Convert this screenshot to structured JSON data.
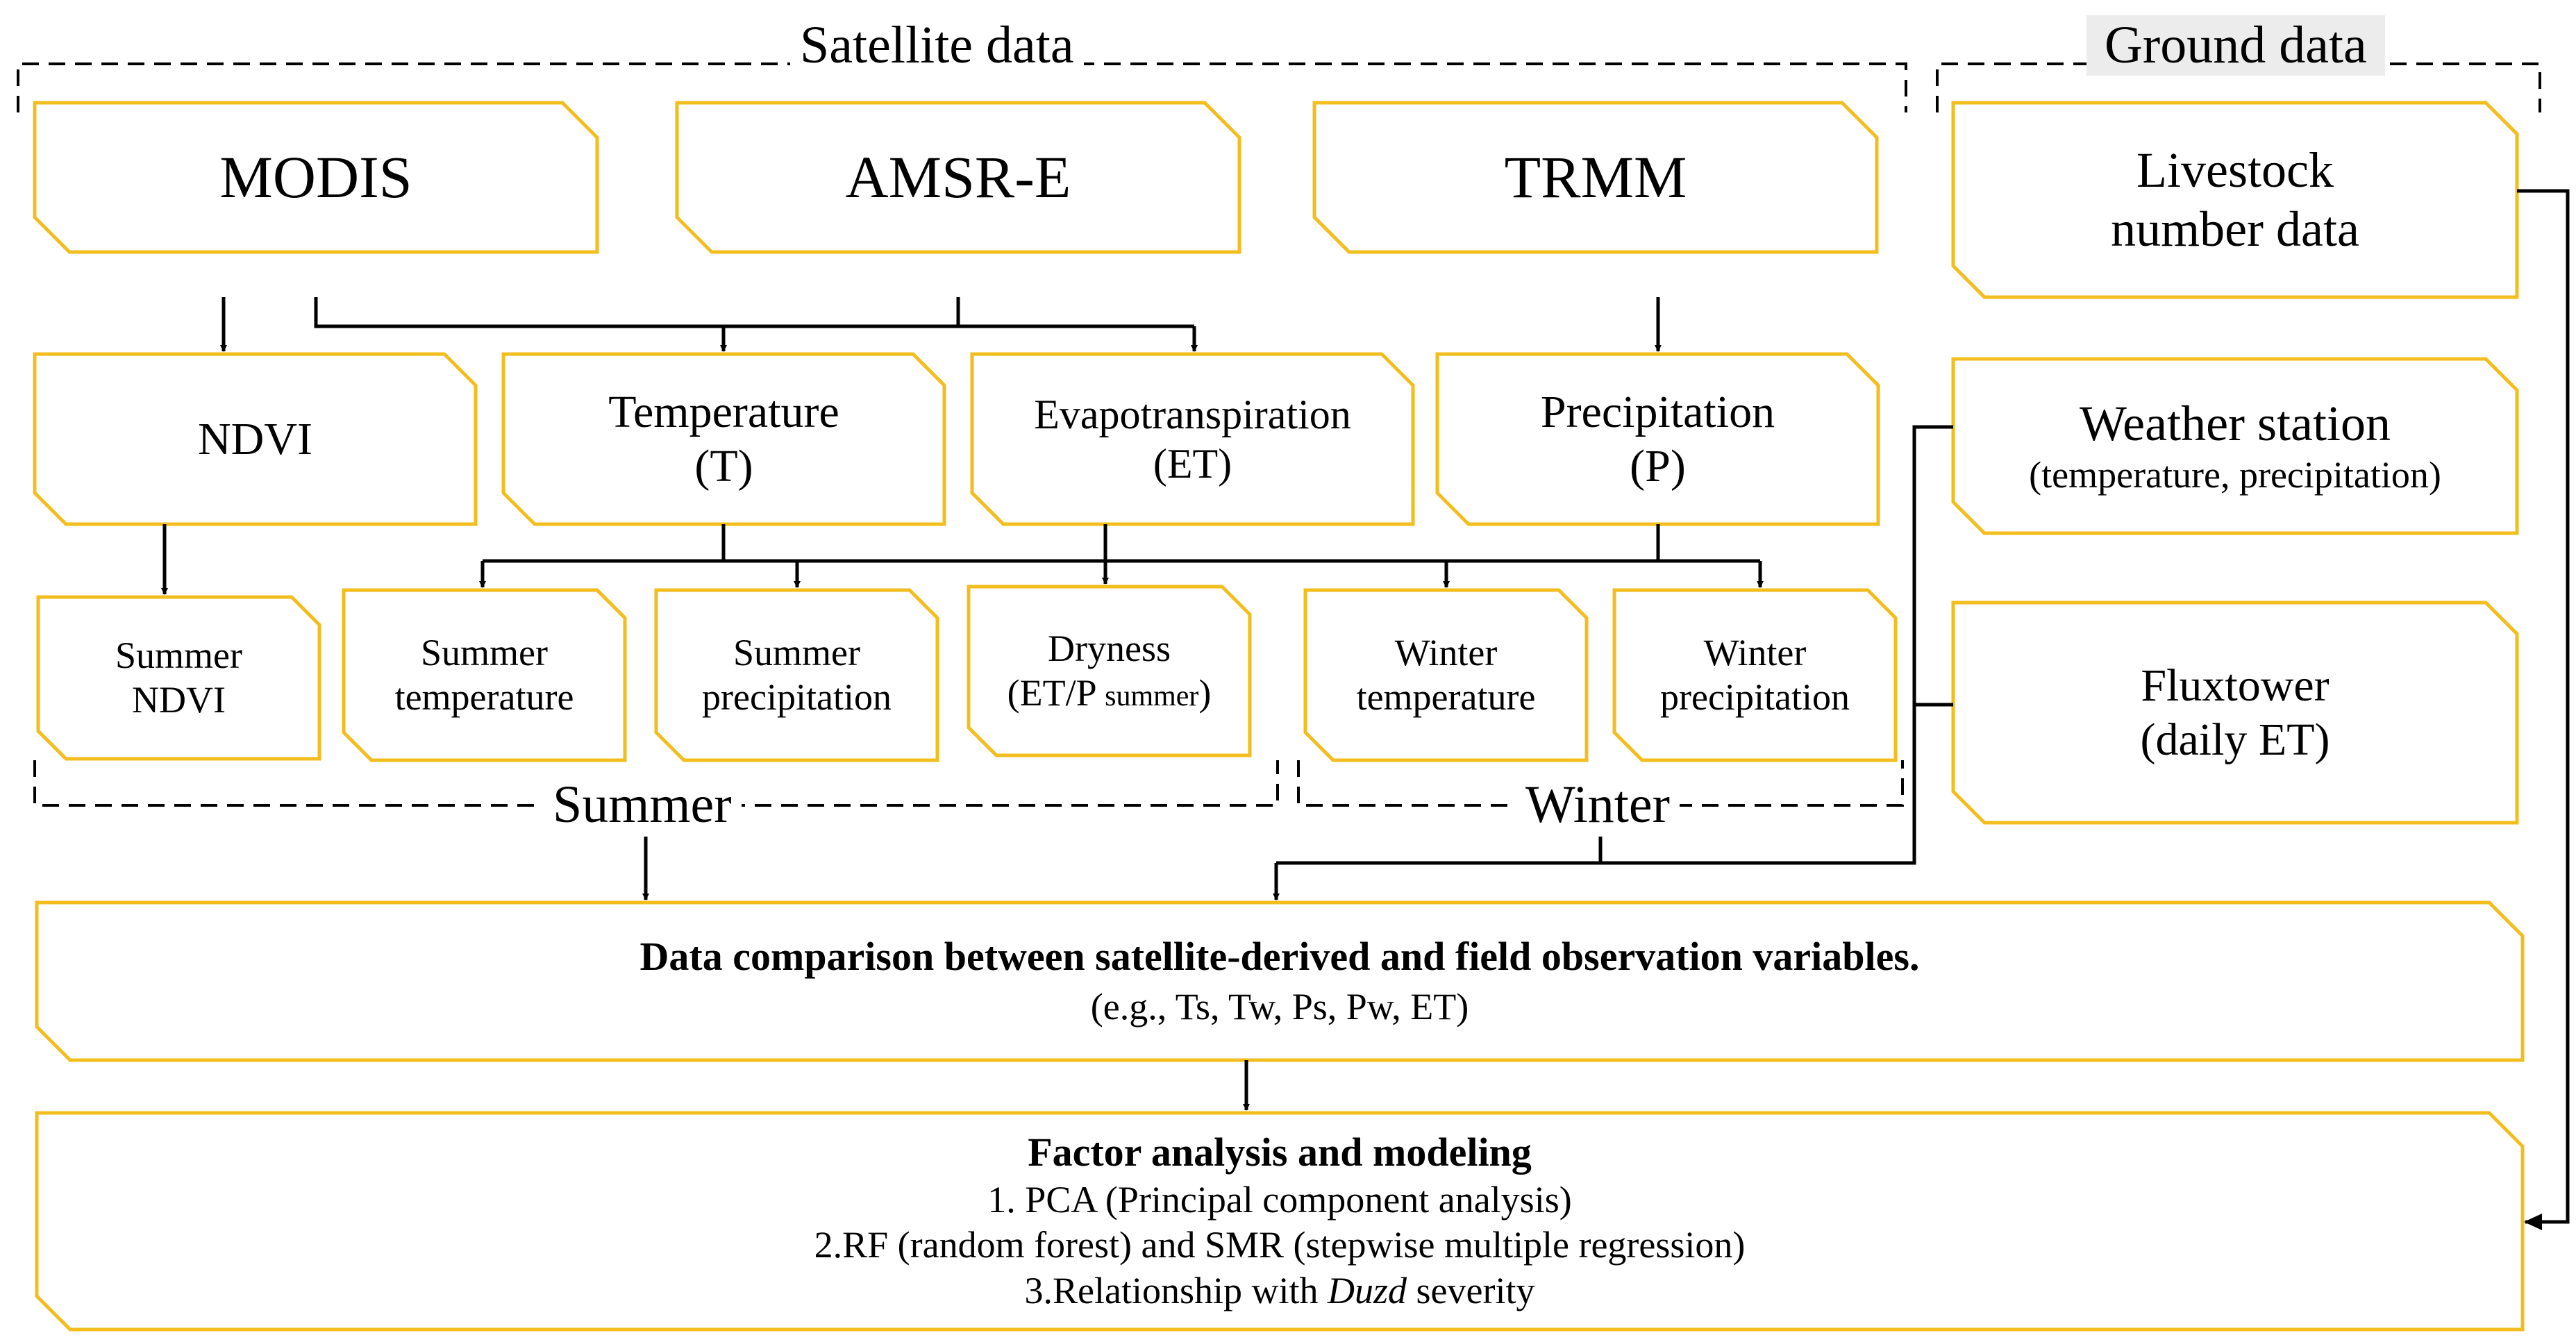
{
  "groups": {
    "satellite": "Satellite data",
    "ground": "Ground data",
    "summer": "Summer",
    "winter": "Winter"
  },
  "sources": {
    "modis": "MODIS",
    "amsre": "AMSR-E",
    "trmm": "TRMM"
  },
  "variables": {
    "ndvi": "NDVI",
    "temperature": [
      "Temperature",
      "(T)"
    ],
    "et": [
      "Evapotranspiration",
      "(ET)"
    ],
    "precip": [
      "Precipitation",
      "(P)"
    ]
  },
  "seasonal": {
    "summer_ndvi": [
      "Summer",
      "NDVI"
    ],
    "summer_temp": [
      "Summer",
      "temperature"
    ],
    "summer_precip": [
      "Summer",
      "precipitation"
    ],
    "dryness": [
      "Dryness",
      "(ET/P ",
      "summer",
      ")"
    ],
    "winter_temp": [
      "Winter",
      "temperature"
    ],
    "winter_precip": [
      "Winter",
      "precipitation"
    ]
  },
  "ground": {
    "livestock": [
      "Livestock",
      "number data"
    ],
    "weather": [
      "Weather station",
      "(temperature, precipitation)"
    ],
    "flux": [
      "Fluxtower",
      "(daily ET)"
    ]
  },
  "comparison": {
    "title": "Data comparison between satellite-derived and field observation variables.",
    "detail": "(e.g., Ts, Tw, Ps, Pw, ET)"
  },
  "factor": {
    "title": "Factor analysis and modeling",
    "line1": "1. PCA (Principal component analysis)",
    "line2": "2.RF (random forest) and SMR (stepwise multiple regression)",
    "line3_pre": "3.Relationship with ",
    "line3_em": "Duzd",
    "line3_post": " severity"
  },
  "colors": {
    "box_border": "#f2bd1d",
    "line": "#000000",
    "ground_label_bg": "#ececec"
  }
}
